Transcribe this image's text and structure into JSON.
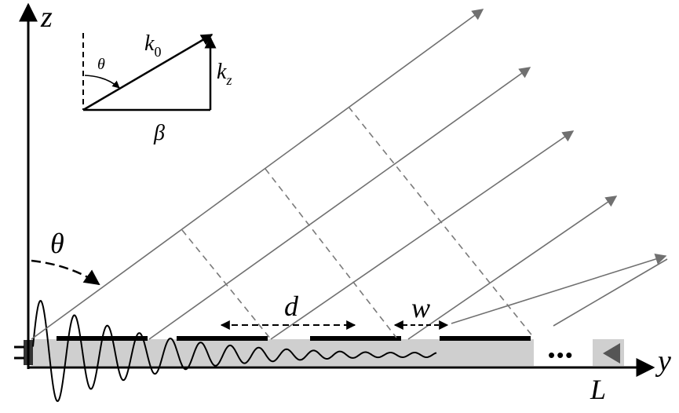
{
  "labels": {
    "z_axis": "z",
    "y_axis": "y",
    "theta_main": "θ",
    "d": "d",
    "w": "w",
    "L": "L",
    "ellipsis": "•••",
    "inset_theta": "θ",
    "inset_k0": "k",
    "inset_k0_sub": "0",
    "inset_kz": "k",
    "inset_kz_sub": "z",
    "inset_beta": "β"
  },
  "colors": {
    "ink": "#000000",
    "rays": "#707070",
    "waveguide_fill": "#cfcfcf",
    "dash": "#7a7a7a",
    "end_marker": "#555555"
  }
}
